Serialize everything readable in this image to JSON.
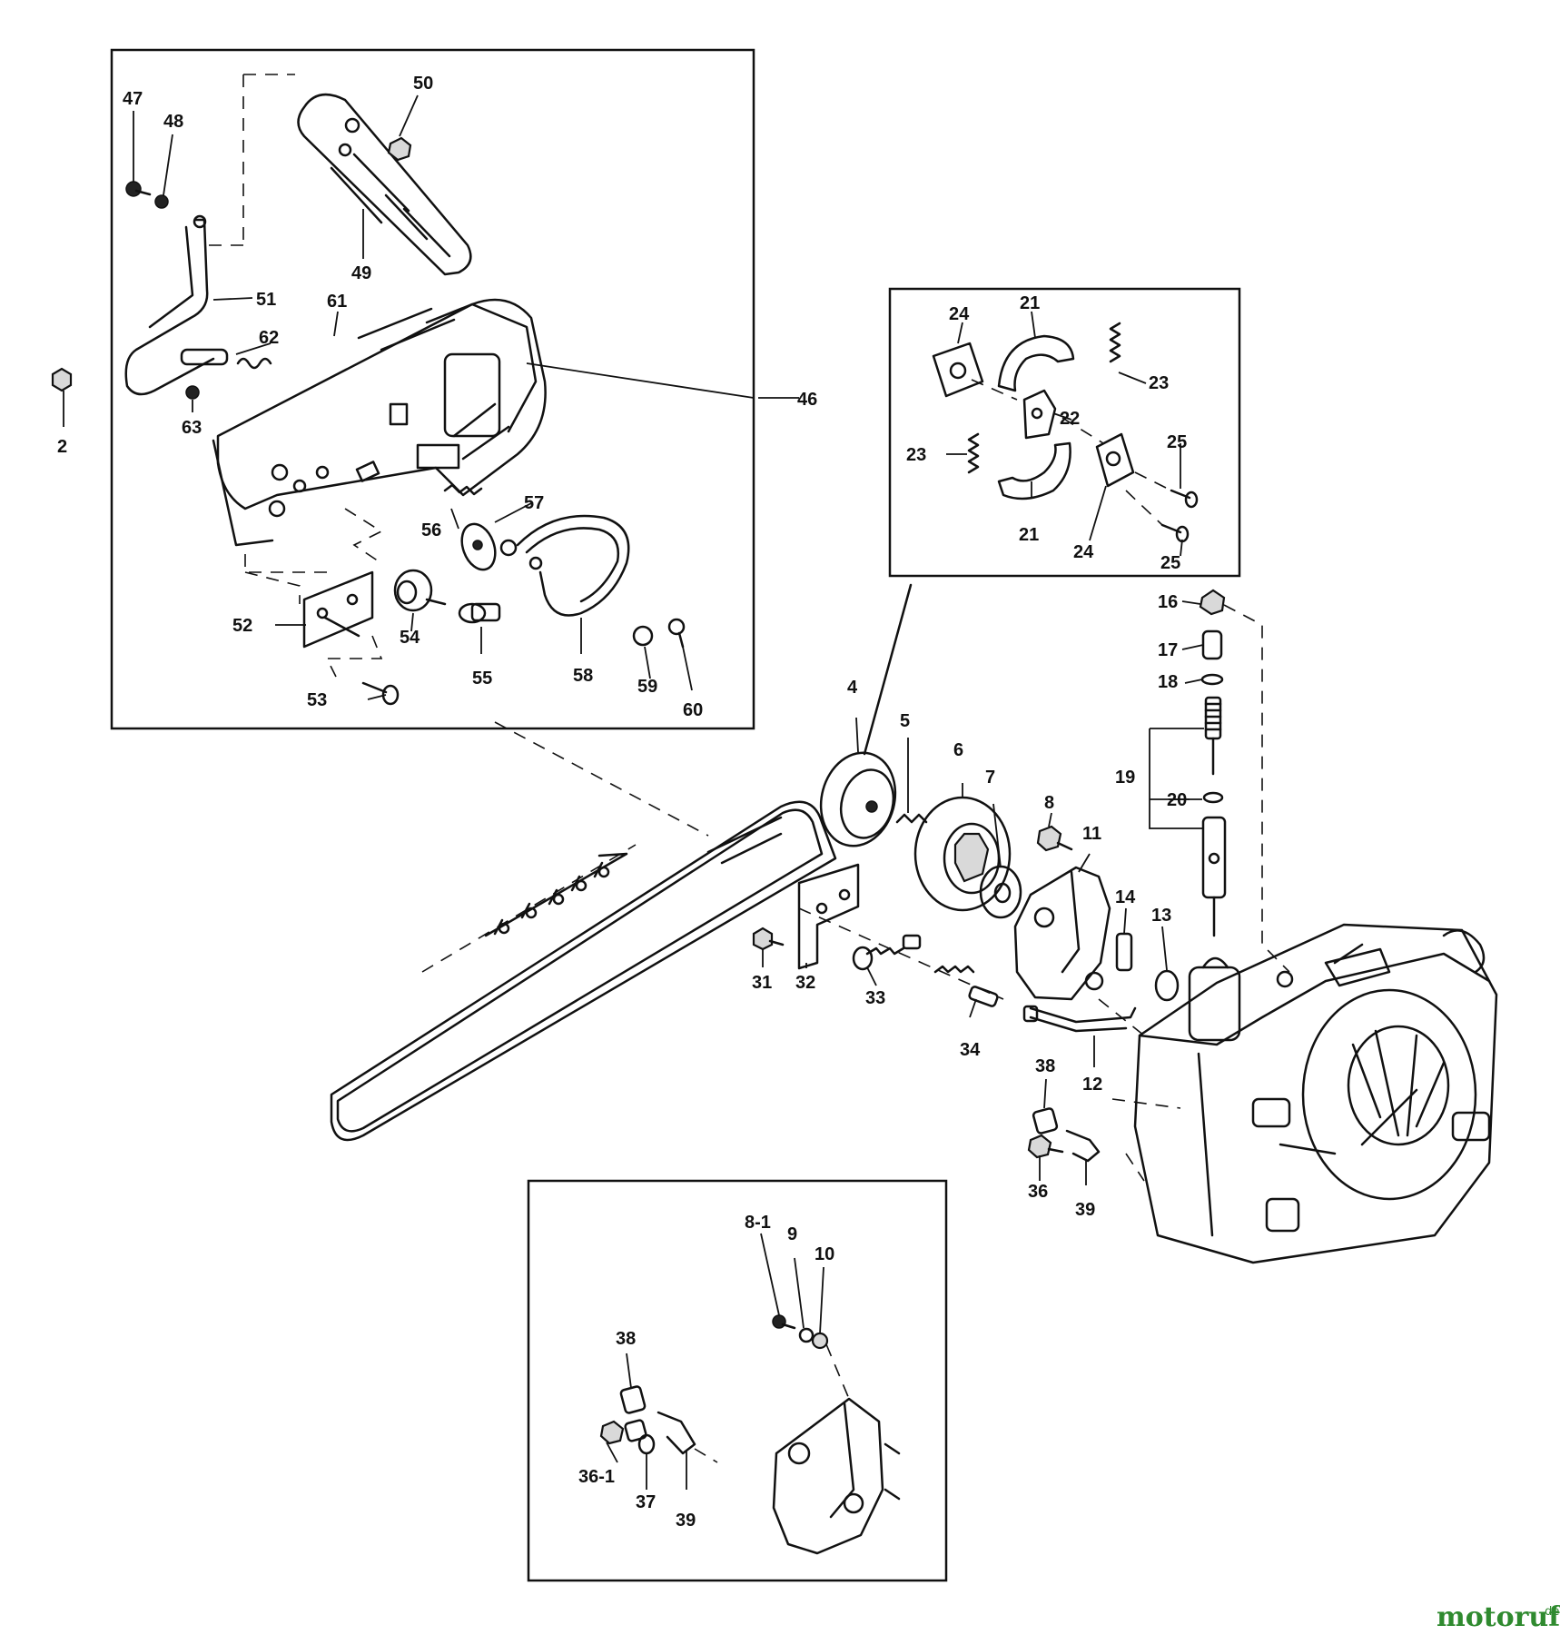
{
  "labels": [
    "47",
    "48",
    "50",
    "49",
    "51",
    "61",
    "62",
    "63",
    "2",
    "46",
    "57",
    "56",
    "52",
    "54",
    "55",
    "58",
    "59",
    "60",
    "53",
    "24",
    "21",
    "23",
    "22",
    "23",
    "25",
    "21",
    "24",
    "25",
    "16",
    "17",
    "18",
    "19",
    "20",
    "4",
    "5",
    "6",
    "7",
    "8",
    "11",
    "14",
    "13",
    "31",
    "32",
    "33",
    "34",
    "12",
    "38",
    "36",
    "39",
    "8-1",
    "9",
    "10",
    "38",
    "36-1",
    "37",
    "39"
  ],
  "watermark": {
    "main": "motoruf",
    "suffix": ".de"
  }
}
